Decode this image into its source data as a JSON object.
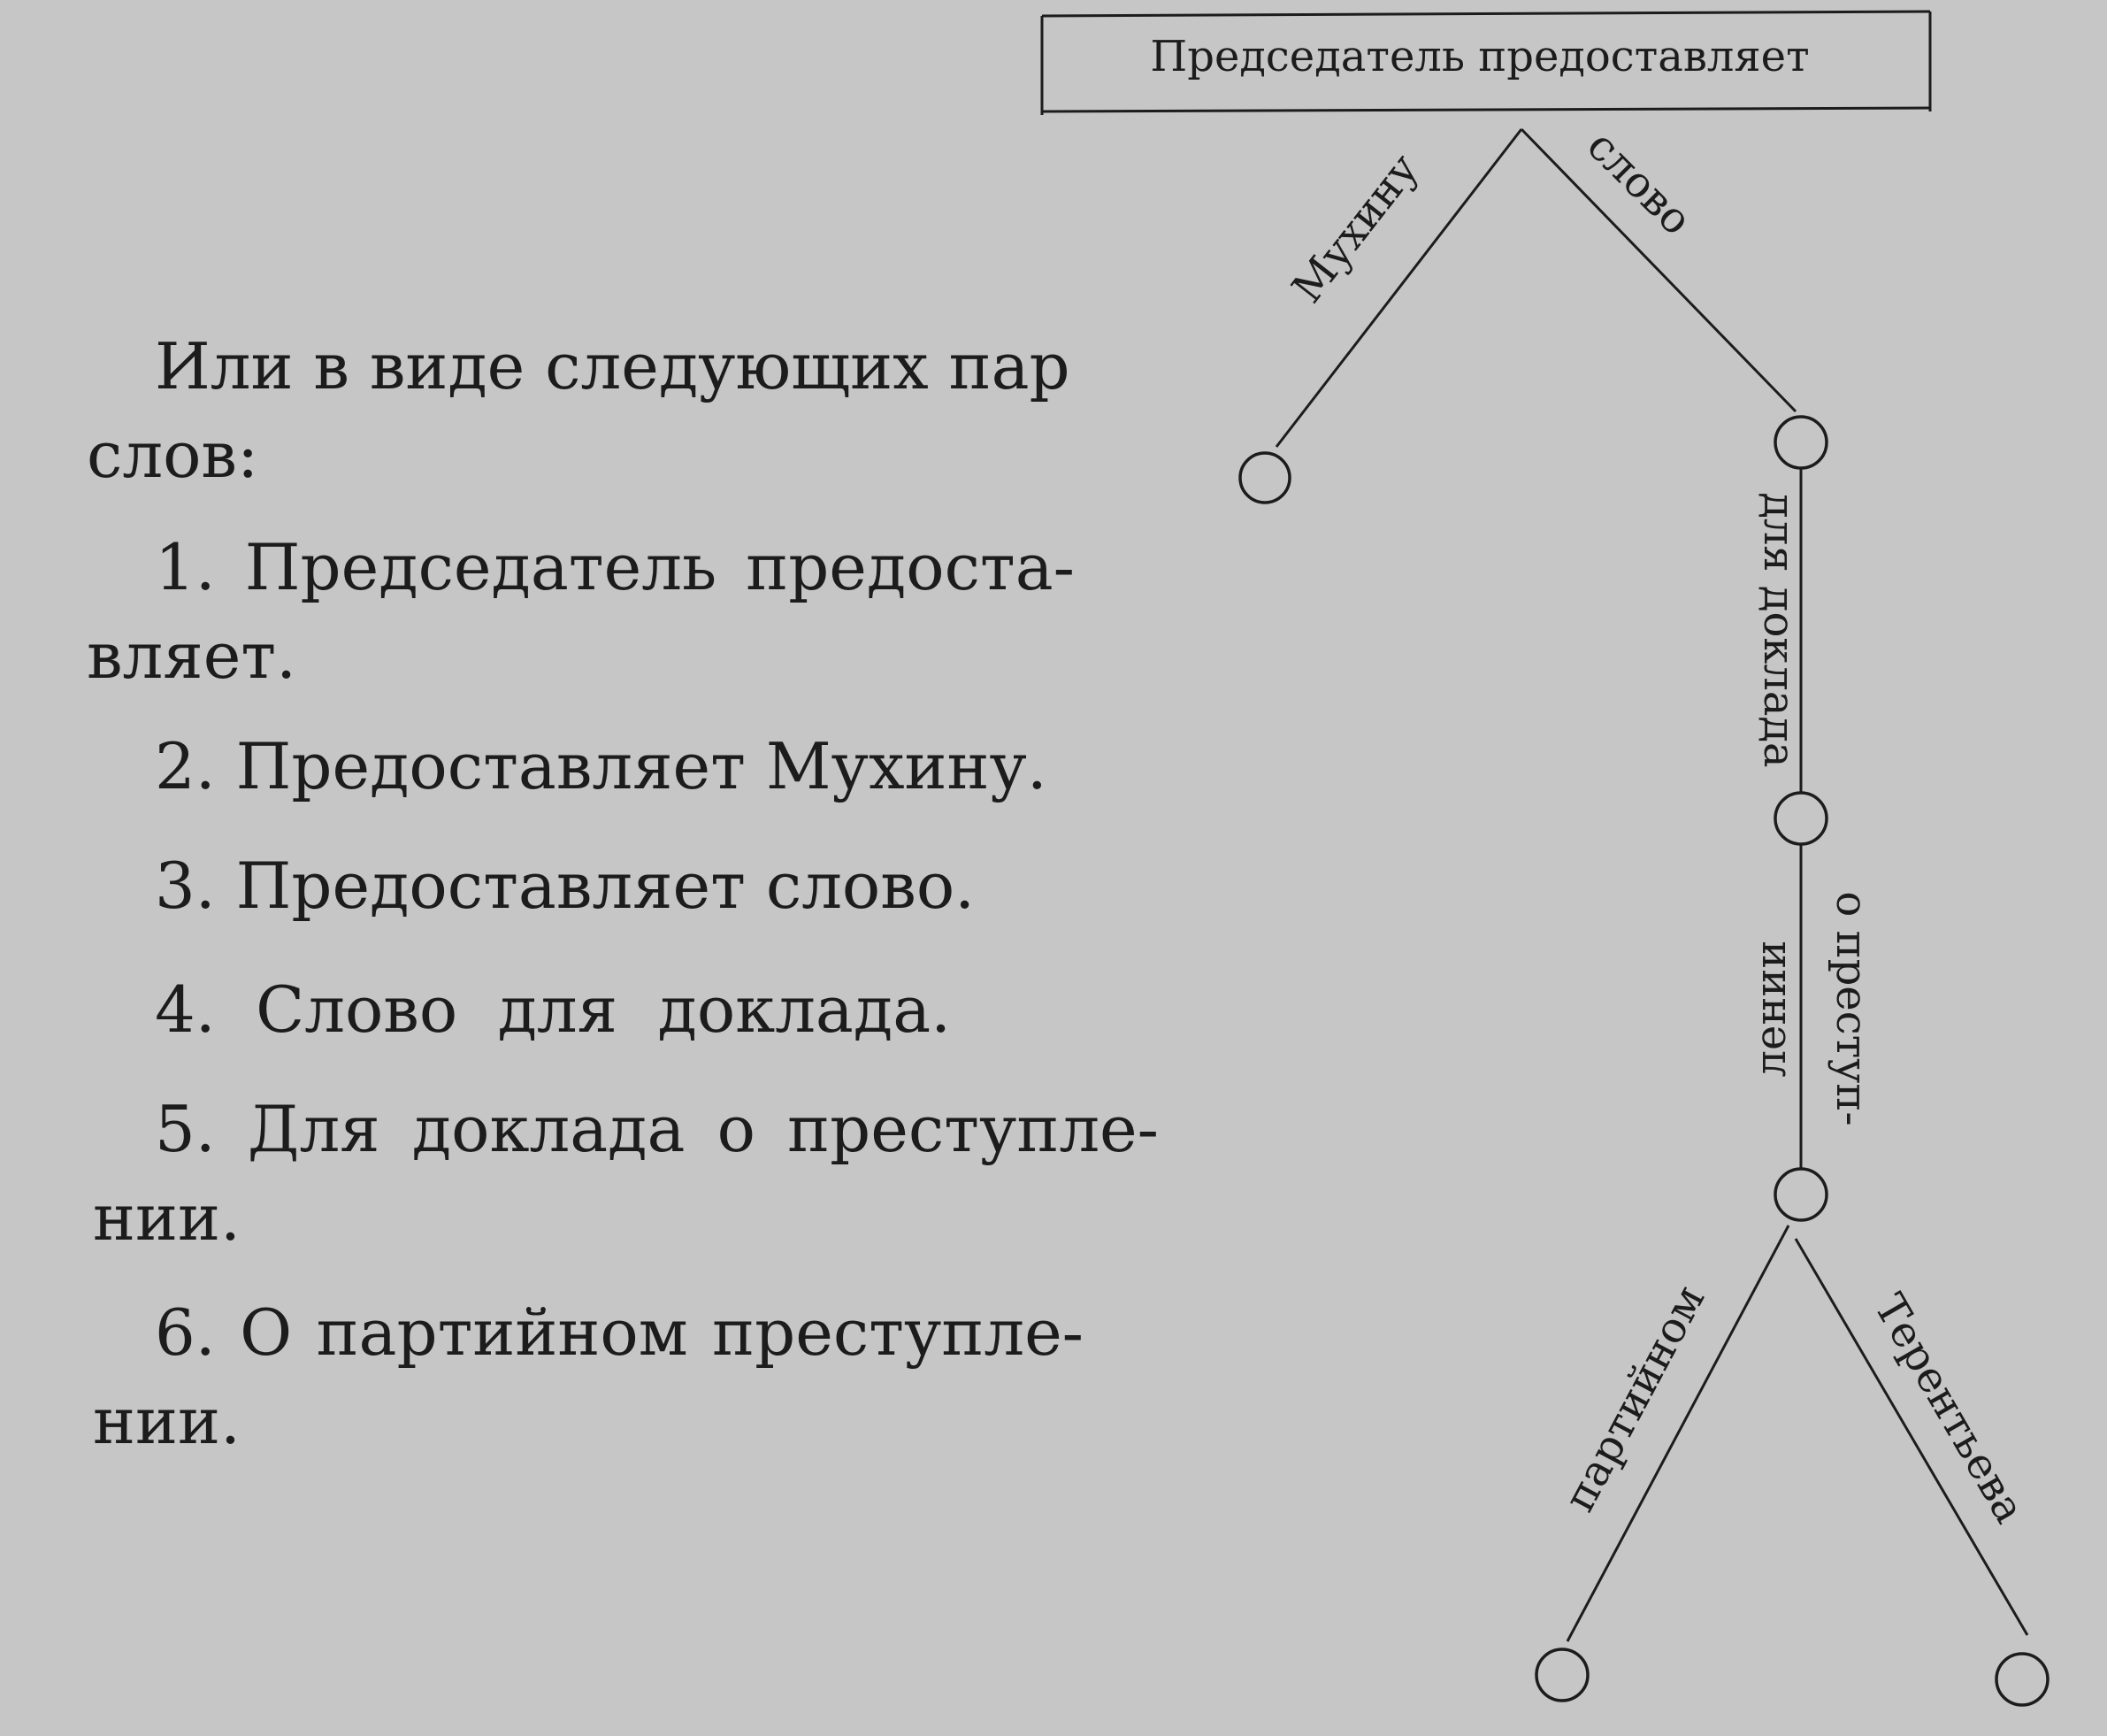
{
  "intro": {
    "line1": "Или в виде следующих пар",
    "line2": "слов:"
  },
  "pairs": [
    {
      "num": "1.",
      "line1": "Председатель предоста-",
      "line2": "вляет."
    },
    {
      "num": "2.",
      "line1": "Предоставляет Мухину."
    },
    {
      "num": "3.",
      "line1": "Предоставляет слово."
    },
    {
      "num": "4.",
      "line1": "Слово для доклада."
    },
    {
      "num": "5.",
      "line1": "Для доклада о преступле-",
      "line2": "нии."
    },
    {
      "num": "6.",
      "line1": "О партийном преступле-",
      "line2": "нии."
    }
  ],
  "tree": {
    "root_label": "Председатель предоставляет",
    "edges": {
      "root_left": "Мухину",
      "root_right": "слово",
      "vertical_1": "для доклада",
      "vertical_2_a": "о преступ-",
      "vertical_2_b": "лении",
      "bottom_left": "партийном",
      "bottom_right": "Терентьева"
    }
  }
}
